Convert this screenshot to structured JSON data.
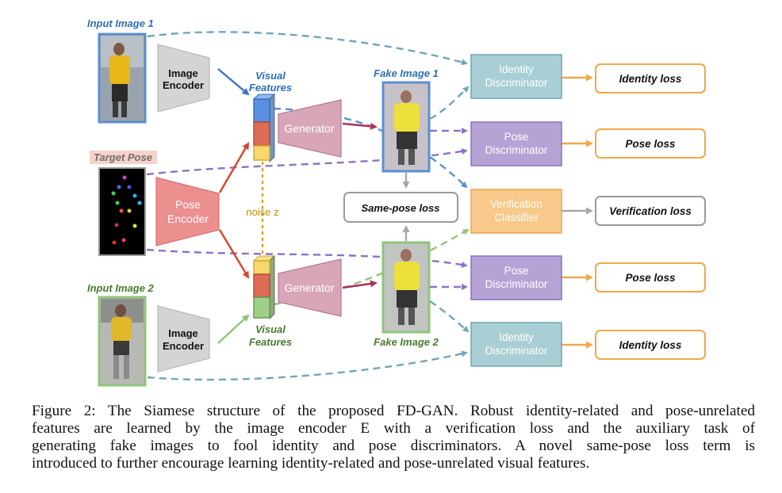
{
  "labels": {
    "input_image_1": "Input Image 1",
    "input_image_2": "Input Image 2",
    "target_pose": "Target Pose",
    "image_encoder_1a": "Image",
    "image_encoder_1b": "Encoder",
    "image_encoder_2a": "Image",
    "image_encoder_2b": "Encoder",
    "pose_encoder_a": "Pose",
    "pose_encoder_b": "Encoder",
    "visual_features_top_a": "Visual",
    "visual_features_top_b": "Features",
    "visual_features_bot_a": "Visual",
    "visual_features_bot_b": "Features",
    "noise": "noise z",
    "generator_top": "Generator",
    "generator_bot": "Generator",
    "fake_image_1": "Fake Image 1",
    "fake_image_2": "Fake Image 2",
    "same_pose_loss": "Same-pose loss",
    "identity_disc_1a": "Identity",
    "identity_disc_1b": "Discriminator",
    "pose_disc_1a": "Pose",
    "pose_disc_1b": "Discriminator",
    "verif_a": "Verification",
    "verif_b": "Classifier",
    "pose_disc_2a": "Pose",
    "pose_disc_2b": "Discriminator",
    "identity_disc_2a": "Identity",
    "identity_disc_2b": "Discriminator",
    "identity_loss_1": "Identity loss",
    "pose_loss_1": "Pose loss",
    "verification_loss": "Verification loss",
    "pose_loss_2": "Pose loss",
    "identity_loss_2": "Identity loss"
  },
  "caption": {
    "line1": "Figure 2: The Siamese structure of the proposed FD-GAN. Robust identity-related and pose-unrelated",
    "line2": "features are learned by the image encoder E with a verification loss and the auxiliary task of",
    "line3": "generating fake images to fool identity and pose discriminators. A novel same-pose loss term is",
    "line4": "introduced to further encourage learning identity-related and pose-unrelated visual features."
  },
  "colors": {
    "blue_label": "#2f6db8",
    "green_label": "#4a7a2c",
    "identity_disc": "#a9cfd4",
    "pose_disc": "#b5a3d6",
    "verification": "#f7c98a",
    "generator": "#d9a6b9",
    "pose_encoder": "#eb8f8f",
    "image_encoder": "#d4d4d4",
    "noise": "#d4a21a"
  }
}
